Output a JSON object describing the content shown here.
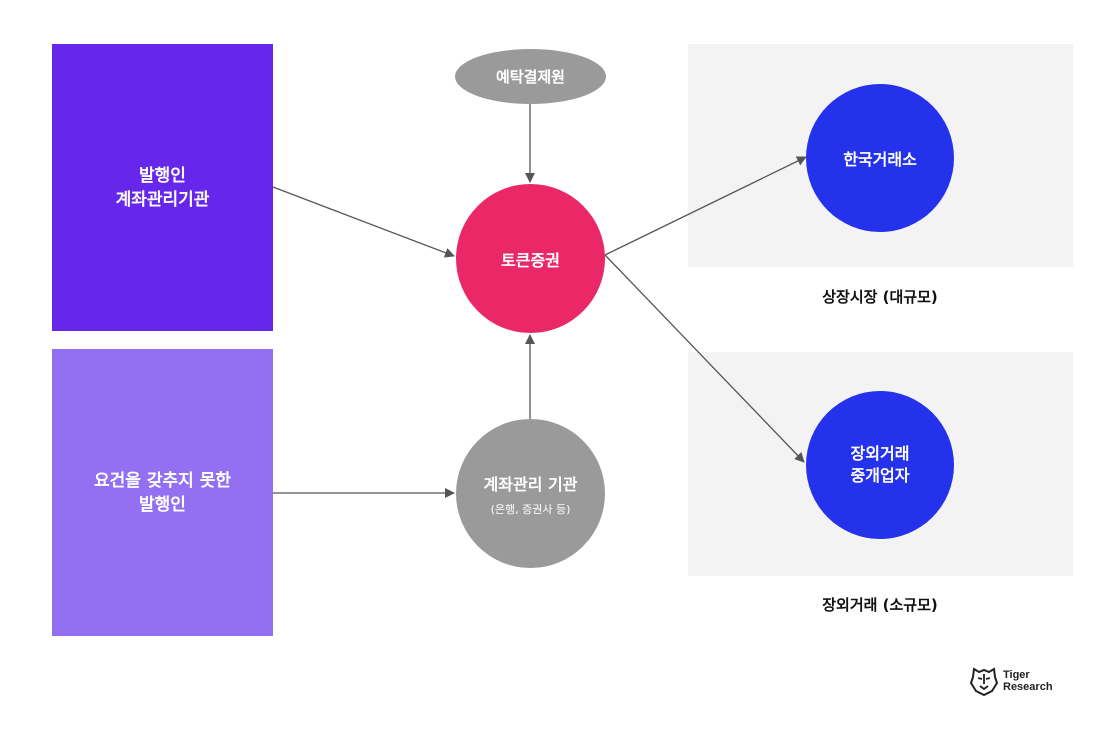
{
  "nodes": {
    "issuer_bank": "발행인\n계좌관리기관",
    "issuer_unqualified": "요건을 갖추지 못한\n발행인",
    "ksd": "예탁결제원",
    "token_securities": "토큰증권",
    "account_manager": {
      "title": "계좌관리 기관",
      "subtitle": "(은행, 증권사 등)"
    },
    "krx": "한국거래소",
    "otc_broker": "장외거래\n중개업자"
  },
  "captions": {
    "listed_market": "상장시장 (대규모)",
    "otc_market": "장외거래 (소규모)"
  },
  "logo": {
    "line1": "Tiger",
    "line2": "Research"
  },
  "colors": {
    "issuer_bank": "#6627EA",
    "issuer_unqualified": "#9370F1",
    "token_securities": "#EA2868",
    "neutral_node": "#9A9A9A",
    "market_node": "#2532EB",
    "panel": "#F3F3F3",
    "arrow": "#555555"
  }
}
